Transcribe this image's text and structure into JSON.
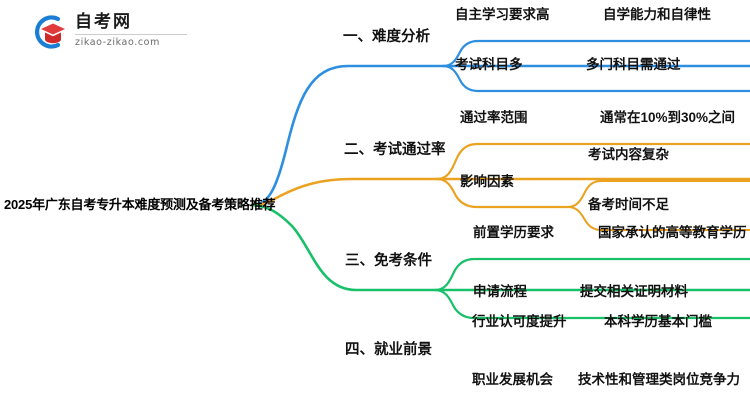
{
  "logo": {
    "name": "自考网",
    "domain": "zikao-zikao.com",
    "mark_icon": "graduation-cap-icon",
    "arc_color": "#1a7fd4",
    "cap_color": "#e03a3a"
  },
  "mindmap": {
    "root": {
      "label": "2025年广东自考专升本难度预测及备考策略推荐"
    },
    "branches": [
      {
        "index": "1",
        "color": "#2e8fe0",
        "label": "一、难度分析",
        "children": [
          {
            "label": "自主学习要求高",
            "leaf": "自学能力和自律性"
          },
          {
            "label": "考试科目多",
            "leaf": "多门科目需通过"
          }
        ]
      },
      {
        "index": "2",
        "color": "#eaa220",
        "label": "二、考试通过率",
        "children": [
          {
            "label": "通过率范围",
            "leaf": "通常在10%到30%之间"
          },
          {
            "label": "影响因素",
            "leaves": [
              "考试内容复杂",
              "备考时间不足"
            ]
          }
        ]
      },
      {
        "index": "3",
        "color": "#18c06a",
        "label": "三、免考条件",
        "children": [
          {
            "label": "前置学历要求",
            "leaf": "国家承认的高等教育学历"
          },
          {
            "label": "申请流程",
            "leaf": "提交相关证明材料"
          }
        ]
      },
      {
        "index": "4",
        "color": "#ef २07a",
        "label": "四、就业前景",
        "children": [
          {
            "label": "行业认可度提升",
            "leaf": "本科学历基本门槛"
          },
          {
            "label": "职业发展机会",
            "leaf": "技术性和管理类岗位竞争力"
          }
        ]
      }
    ]
  }
}
